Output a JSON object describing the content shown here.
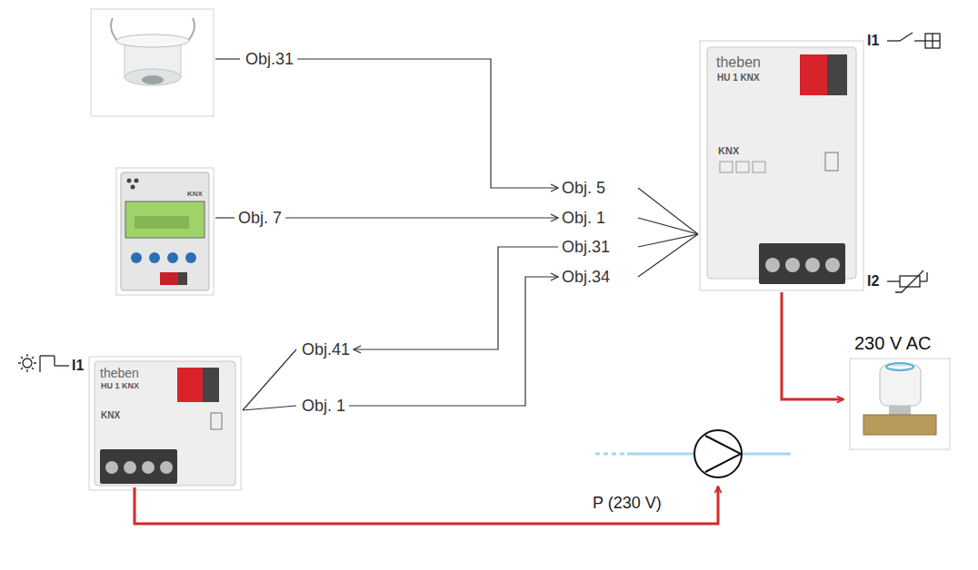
{
  "diagram": {
    "nodes": [
      {
        "text": [
          "Obj.31"
        ]
      },
      {
        "text": [
          "Obj. 5"
        ]
      },
      {
        "text": [
          "Obj. 7"
        ]
      },
      {
        "text": [
          "Obj. 1"
        ]
      },
      {
        "text": [
          "Obj.31"
        ]
      },
      {
        "text": [
          "Obj.34"
        ]
      },
      {
        "text": [
          "Obj.41"
        ]
      },
      {
        "text": [
          "Obj. 1"
        ]
      }
    ],
    "edges": [
      {
        "from": 0,
        "to": 1,
        "arrow": "to"
      },
      {
        "from": 2,
        "to": 3,
        "arrow": "to"
      },
      {
        "from": 4,
        "to": 6,
        "arrow": "to"
      },
      {
        "from": 7,
        "to": 5,
        "arrow": "to"
      }
    ],
    "labels": [
      "230 V AC",
      "P (230 V)",
      "I1",
      "I2",
      "I1",
      "theben",
      "HU 1 KNX",
      "theben",
      "HU 1 KNX",
      "KNX",
      "KNX",
      "KNX"
    ]
  }
}
